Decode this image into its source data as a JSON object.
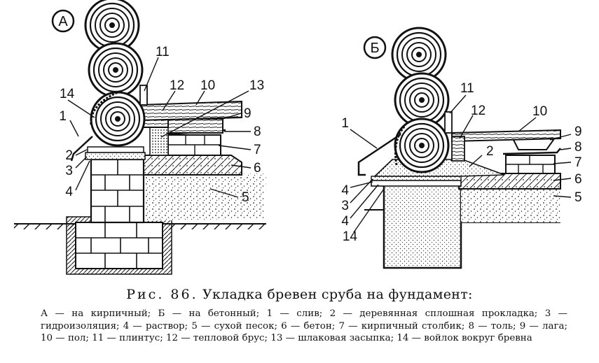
{
  "panels": {
    "a": {
      "tag": "А"
    },
    "b": {
      "tag": "Б"
    }
  },
  "callouts_a": {
    "c1": "1",
    "c2": "2",
    "c3": "3",
    "c4": "4",
    "c5": "5",
    "c6": "6",
    "c7": "7",
    "c8": "8",
    "c9": "9",
    "c10": "10",
    "c11": "11",
    "c12": "12",
    "c13": "13",
    "c14": "14"
  },
  "callouts_b": {
    "c1": "1",
    "c2": "2",
    "c3": "3",
    "c4a": "4",
    "c4b": "4",
    "c5": "5",
    "c6": "6",
    "c7": "7",
    "c8": "8",
    "c9": "9",
    "c10": "10",
    "c11": "11",
    "c12": "12",
    "c14": "14"
  },
  "caption": {
    "fig_label": "Рис. 86.",
    "title": "Укладка бревен сруба на фундамент:",
    "legend": "А — на кирпичный; Б — на бетонный; 1 — слив; 2 — деревянная сплошная прокладка; 3 — гидроизоляция; 4 — раствор; 5 — сухой песок; 6 — бетон; 7 — кирпичный столбик; 8 — толь; 9 — лага; 10 — пол; 11 — плинтус; 12 — тепловой брус; 13 — шлаковая засыпка; 14 — войлок вокруг бревна"
  }
}
